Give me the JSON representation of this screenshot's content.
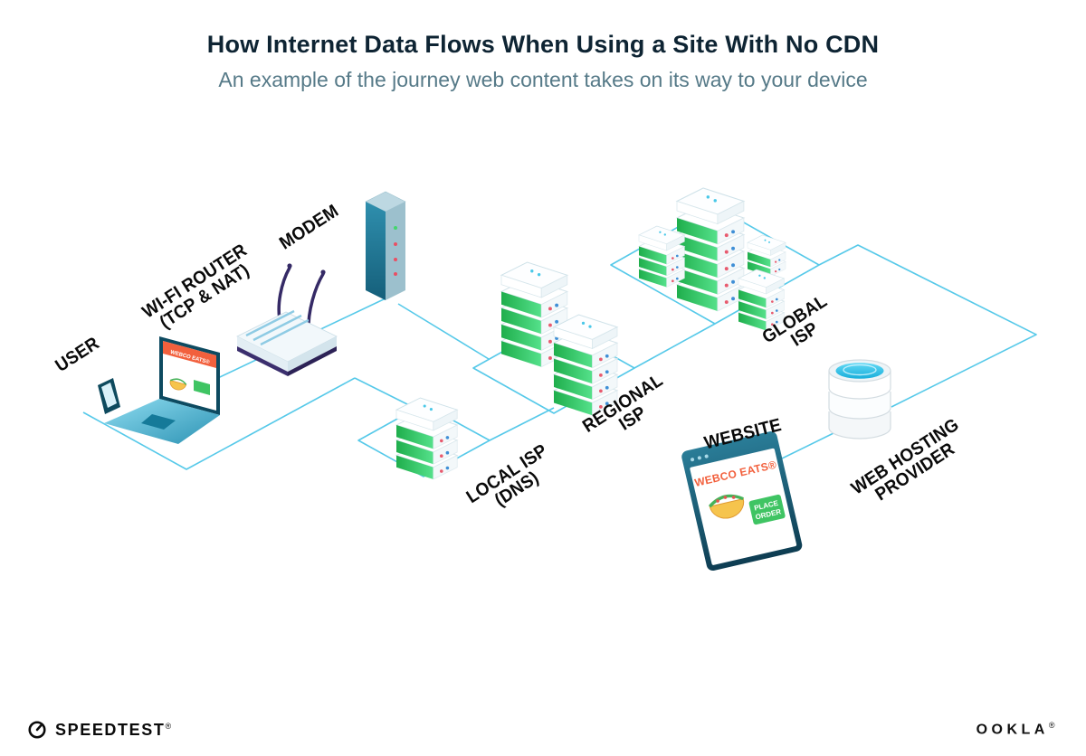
{
  "header": {
    "title": "How Internet Data Flows When Using a Site With No CDN",
    "subtitle": "An example of the journey web content takes on its way to your device"
  },
  "nodes": {
    "user": {
      "label": "USER"
    },
    "wifi_router": {
      "label": "WI-FI ROUTER",
      "sublabel": "(TCP & NAT)"
    },
    "modem": {
      "label": "MODEM"
    },
    "local_isp": {
      "label": "LOCAL ISP",
      "sublabel": "(DNS)"
    },
    "regional_isp": {
      "label": "REGIONAL",
      "sublabel": "ISP"
    },
    "global_isp": {
      "label": "GLOBAL",
      "sublabel": "ISP"
    },
    "website": {
      "label": "WEBSITE"
    },
    "web_hosting": {
      "label": "WEB HOSTING",
      "sublabel": "PROVIDER"
    }
  },
  "site_mock": {
    "brand": "WEBCO EATS®",
    "button_line1": "PLACE",
    "button_line2": "ORDER"
  },
  "footer": {
    "speedtest": "SPEEDTEST",
    "speedtest_mark": "®",
    "ookla": "OOKLA",
    "ookla_mark": "®"
  },
  "colors": {
    "connection_line": "#56c9e9",
    "server_green": "#2fc161",
    "brand_orange": "#f2603d",
    "title_text": "#0e2433",
    "subtitle_text": "#567a88",
    "device_teal": "#0d4a60"
  }
}
